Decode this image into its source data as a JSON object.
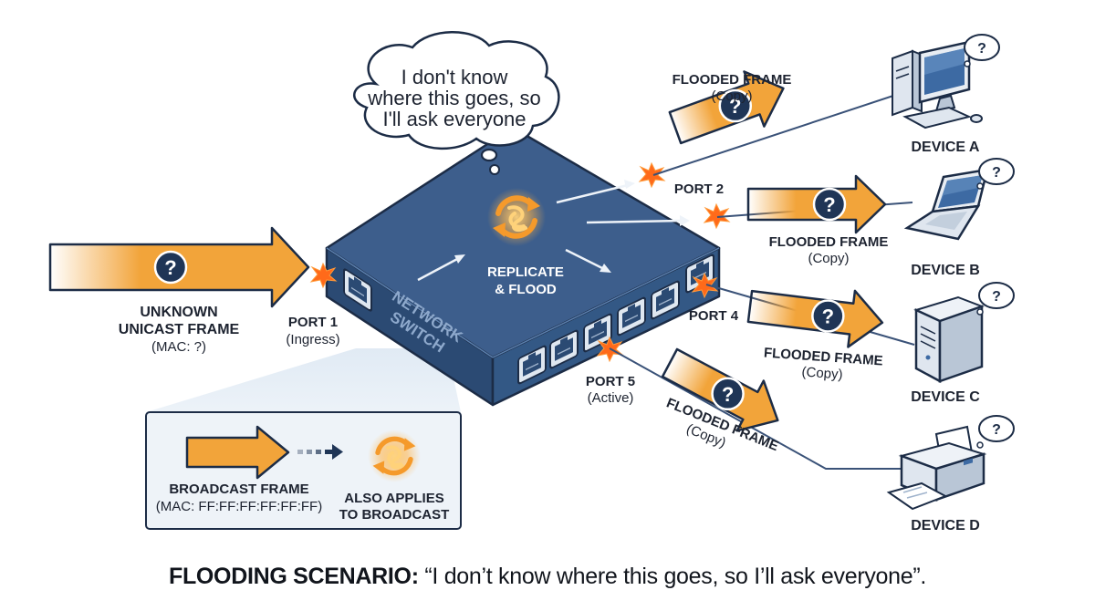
{
  "thought_bubble": {
    "lines": [
      "I don't know",
      "where this goes, so",
      "I'll ask everyone"
    ]
  },
  "switch": {
    "label_line1": "NETWORK",
    "label_line2": "SWITCH",
    "action_line1": "REPLICATE",
    "action_line2": "& FLOOD"
  },
  "ingress": {
    "frame_line1": "UNKNOWN",
    "frame_line2": "UNICAST FRAME",
    "frame_mac": "(MAC: ?)",
    "port_name": "PORT 1",
    "port_role": "(Ingress)"
  },
  "ports": {
    "port2": "PORT 2",
    "port4": "PORT 4",
    "port5": "PORT 5",
    "port5_role": "(Active)"
  },
  "flooded": {
    "title": "FLOODED FRAME",
    "sub": "(Copy)"
  },
  "devices": [
    {
      "name": "DEVICE A",
      "kind": "desktop-computer"
    },
    {
      "name": "DEVICE B",
      "kind": "laptop"
    },
    {
      "name": "DEVICE C",
      "kind": "tower-server"
    },
    {
      "name": "DEVICE D",
      "kind": "printer"
    }
  ],
  "question_glyph": "?",
  "inset": {
    "frame_line1": "BROADCAST FRAME",
    "frame_line2": "(MAC: FF:FF:FF:FF:FF:FF)",
    "note_line1": "ALSO APPLIES",
    "note_line2": "TO BROADCAST"
  },
  "caption": {
    "bold": "FLOODING SCENARIO:",
    "rest": " “I don’t know where this goes, so I’ll ask everyone”."
  },
  "colors": {
    "arrow_orange": "#f2a43a",
    "arrow_outline": "#1c2c46",
    "switch_top": "#3d5e8c",
    "switch_side": "#2b4a73",
    "badge_navy": "#1f3556",
    "flash": "#ff6a1a"
  }
}
